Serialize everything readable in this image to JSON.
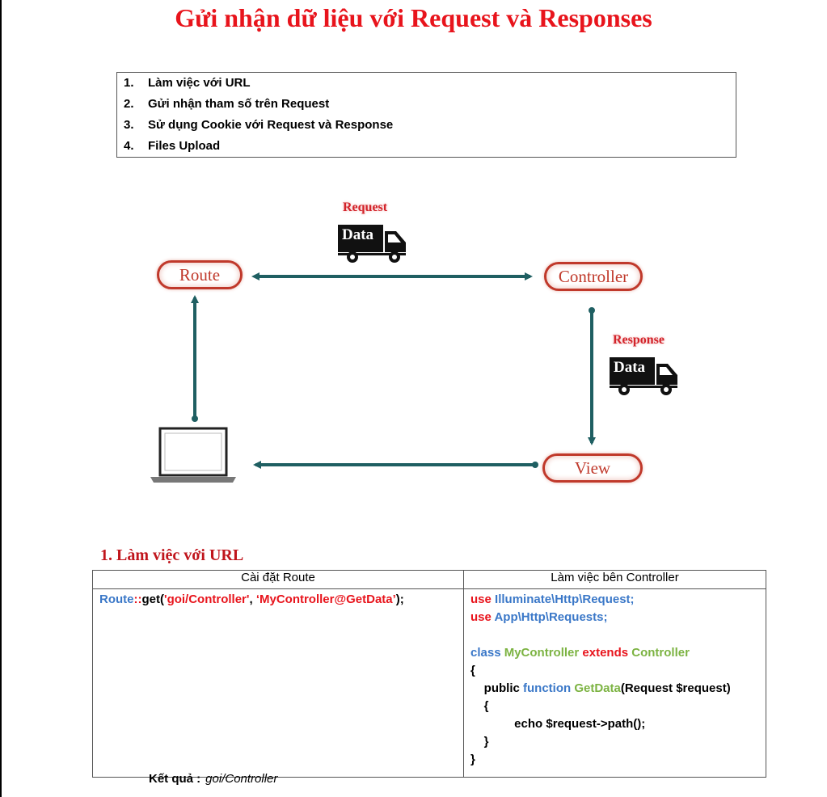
{
  "title": "Gửi nhận dữ liệu với Request và Responses",
  "toc": [
    {
      "num": "1.",
      "label": "Làm việc với URL"
    },
    {
      "num": "2.",
      "label": "Gửi nhận tham số trên Request"
    },
    {
      "num": "3.",
      "label": "Sử dụng Cookie với Request và Response"
    },
    {
      "num": "4.",
      "label": "Files Upload"
    }
  ],
  "diagram": {
    "route": "Route",
    "controller": "Controller",
    "view": "View",
    "request_label": "Request",
    "response_label": "Response",
    "truck_text": "Data"
  },
  "section1": {
    "heading": "1. Làm việc với URL",
    "col_route": "Cài đặt Route",
    "col_controller": "Làm việc bên Controller",
    "route_code": {
      "p1": "Route",
      "p2": "::",
      "p3": "get(",
      "p4": "'goi/Controller'",
      "p5": ", ",
      "p6": "‘MyController@GetData’",
      "p7": ");"
    },
    "controller_code": {
      "l1_kw": "use",
      "l1_rest": " Illuminate\\Http\\Request;",
      "l2_kw": "use",
      "l2_rest": " App\\Http\\Requests;",
      "l3_class": "class",
      "l3_name": " MyController",
      "l3_extends": " extends",
      "l3_parent": " Controller",
      "l4": "{",
      "l5_public": "    public ",
      "l5_function": "function",
      "l5_name": " GetData",
      "l5_args": "(Request $request)",
      "l6": "    {",
      "l7": "             echo $request->path();",
      "l8": "    }",
      "l9": "}"
    },
    "result_label": "Kết quả :",
    "result_value": "goi/Controller"
  }
}
